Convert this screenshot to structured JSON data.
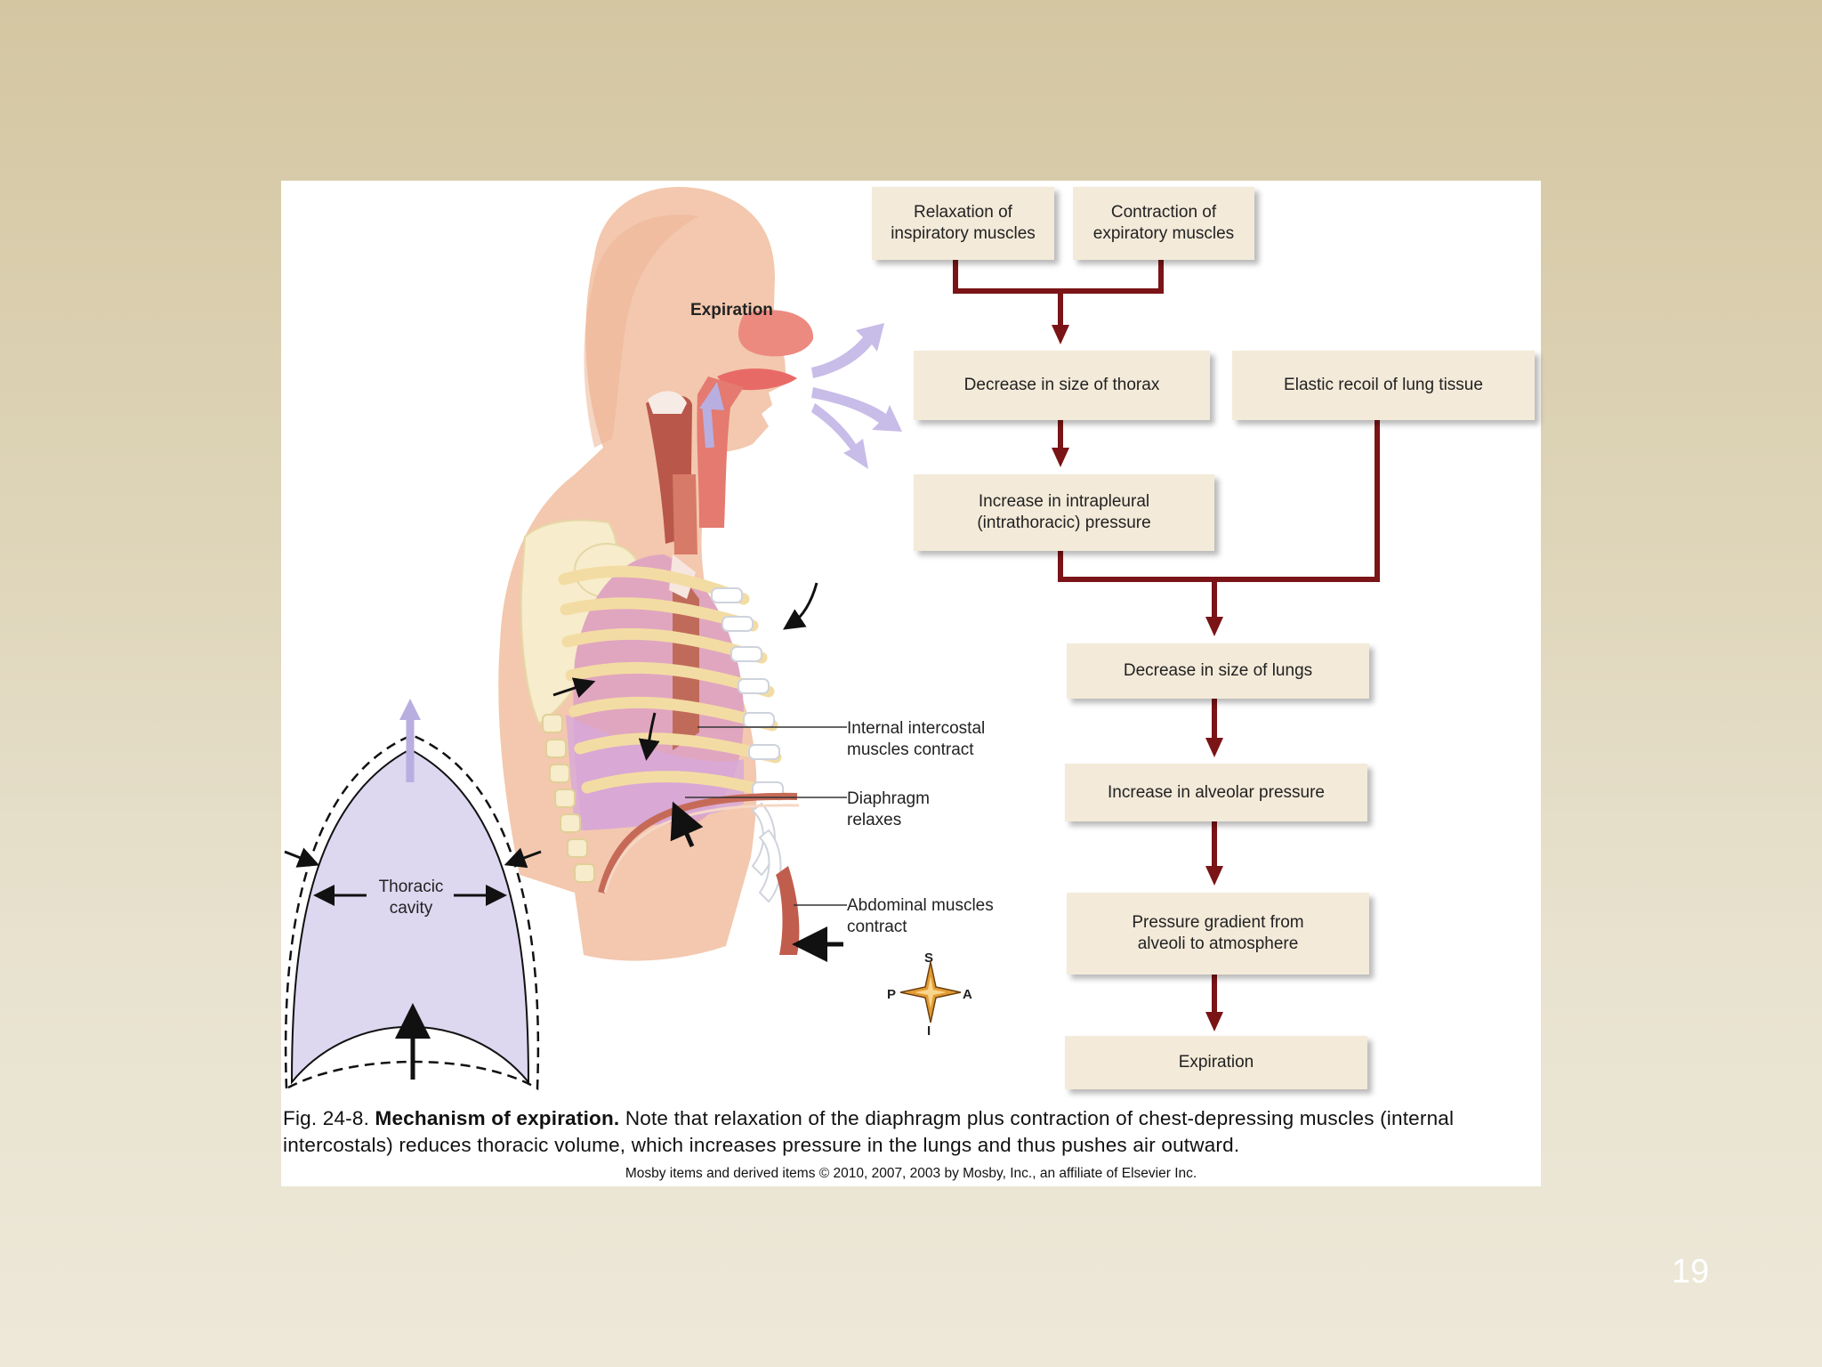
{
  "figure": {
    "labels": {
      "expiration_heading": "Expiration",
      "internal_intercostal": "Internal intercostal\nmuscles contract",
      "diaphragm": "Diaphragm\nrelaxes",
      "abdominal": "Abdominal muscles\ncontract",
      "thoracic_cavity": "Thoracic\ncavity",
      "compass": {
        "s": "S",
        "p": "P",
        "a": "A",
        "i": "I"
      }
    },
    "flowchart": {
      "relaxation_inspiratory": "Relaxation of\ninspiratory muscles",
      "contraction_expiratory": "Contraction of\nexpiratory muscles",
      "decrease_thorax": "Decrease in size of thorax",
      "elastic_recoil": "Elastic recoil of lung tissue",
      "increase_intrapleural": "Increase in intrapleural\n(intrathoracic) pressure",
      "decrease_lungs": "Decrease in size of lungs",
      "increase_alveolar": "Increase in alveolar pressure",
      "pressure_gradient": "Pressure gradient from\nalveoli to atmosphere",
      "expiration": "Expiration"
    },
    "caption": {
      "fig_number": "Fig. 24-8.",
      "title": "Mechanism of expiration.",
      "text": "Note that relaxation of the diaphragm plus contraction of chest-depressing muscles (internal intercostals) reduces thoracic volume, which increases pressure in the lungs and thus pushes air outward."
    },
    "credit": "Mosby items and derived items © 2010, 2007, 2003 by Mosby, Inc., an affiliate of Elsevier Inc."
  },
  "slide_number": "19",
  "colors": {
    "arrow": "#7a1416",
    "box": "#f3ead9",
    "cavity": "#dcd6ef",
    "air_arrow": "#b9aee0"
  }
}
